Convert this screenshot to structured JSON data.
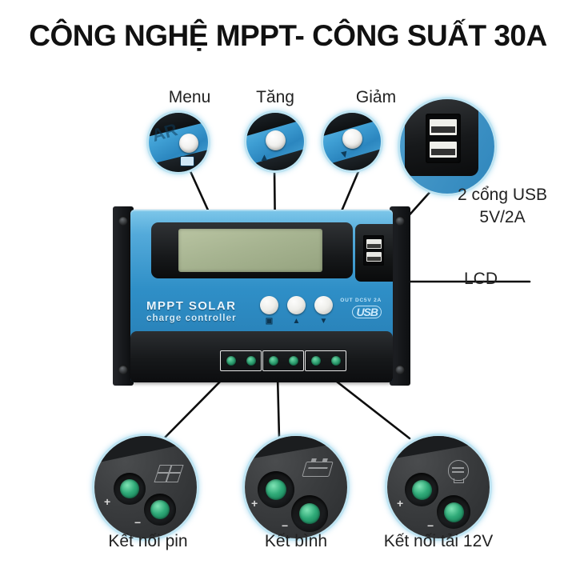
{
  "title": "CÔNG NGHỆ MPPT- CÔNG SUẤT 30A",
  "callouts_top": [
    {
      "label": "Menu",
      "icon": "menu-button-icon",
      "glyph": "☰",
      "ghost_text": "AR"
    },
    {
      "label": "Tăng",
      "icon": "up-arrow-icon",
      "glyph": "▲",
      "ghost_text": ""
    },
    {
      "label": "Giảm",
      "icon": "down-arrow-icon",
      "glyph": "▼",
      "ghost_text": ""
    }
  ],
  "usb_callout": {
    "line1": "2 cổng USB",
    "line2": "5V/2A",
    "icon": "dual-usb-port-icon"
  },
  "lcd_callout": {
    "label": "LCD",
    "icon": "lcd-screen-icon"
  },
  "device": {
    "brand_line1": "MPPT SOLAR",
    "brand_line2": "charge controller",
    "usb_output_text": "OUT DC5V 2A",
    "usb_logo_text": "USB",
    "buttons": [
      {
        "name": "menu",
        "glyph": "▣"
      },
      {
        "name": "up",
        "glyph": "▲"
      },
      {
        "name": "down",
        "glyph": "▼"
      }
    ],
    "terminal_groups": [
      {
        "name": "solar-input",
        "screws": 2
      },
      {
        "name": "battery",
        "screws": 2
      },
      {
        "name": "load-output",
        "screws": 2
      }
    ]
  },
  "callouts_bottom": [
    {
      "label": "Kết nối pin",
      "icon": "solar-panel-icon",
      "glyph": "▦",
      "plus": "+",
      "minus": "−"
    },
    {
      "label": "Kết bình",
      "icon": "battery-icon",
      "glyph": "▭",
      "plus": "+",
      "minus": "−"
    },
    {
      "label": "Kết nối tải 12V",
      "icon": "light-bulb-icon",
      "glyph": "●",
      "plus": "+",
      "minus": "−"
    }
  ],
  "colors": {
    "device_blue": "#2f8fc7",
    "bubble_ring": "#bfe4f2",
    "lcd_green": "#a7b491",
    "terminal_green": "#2b9c6e",
    "text": "#1a1a1a"
  }
}
